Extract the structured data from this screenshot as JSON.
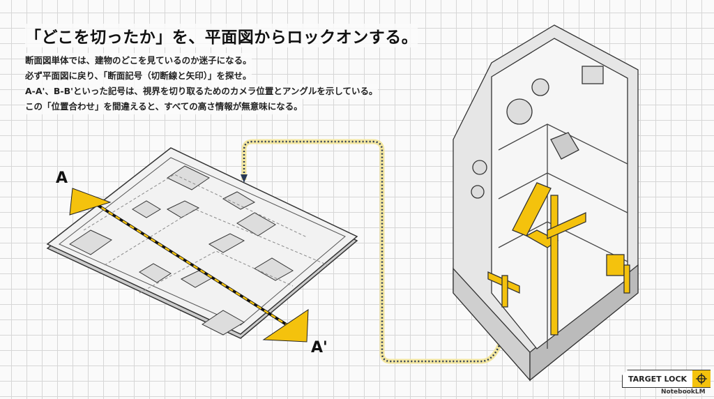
{
  "title": "「どこを切ったか」を、平面図からロックオンする。",
  "body": [
    "断面図単体では、建物のどこを見ているのか迷子になる。",
    "必ず平面図に戻り、「断面記号（切断線と矢印）」を探せ。",
    "A-A'、B-B'といった記号は、視界を切り取るためのカメラ位置とアングルを示している。",
    "この「位置合わせ」を間違えると、すべての高さ情報が無意味になる。"
  ],
  "labels": {
    "a": "A",
    "a_prime": "A'"
  },
  "badge": {
    "label": "TARGET LOCK",
    "icon": "crosshair-icon"
  },
  "brand": "NotebookLM",
  "colors": {
    "accent": "#f4c20d",
    "line": "#333333"
  }
}
